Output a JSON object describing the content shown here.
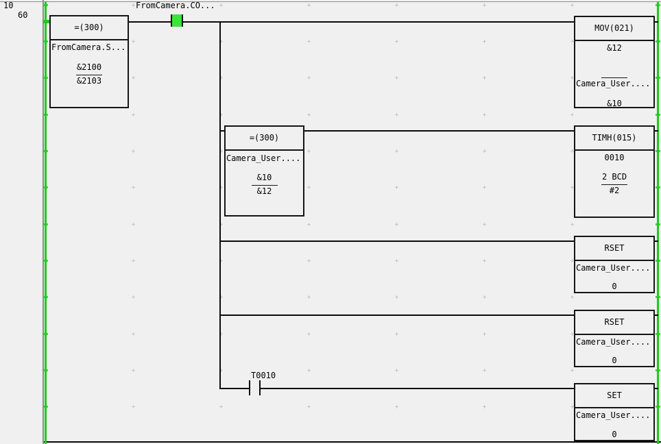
{
  "margin": {
    "rung_number": "10",
    "step_number": "60"
  },
  "rung": {
    "compare_block_1": {
      "title": "=(300)",
      "operand_name": "FromCamera.S...",
      "value_1": "&2100",
      "value_2": "&2103"
    },
    "contact_power": {
      "label": "FromCamera.CO...",
      "state": "on"
    },
    "compare_block_2": {
      "title": "=(300)",
      "operand_name": "Camera_User....",
      "value_1": "&10",
      "value_2": "&12"
    },
    "mov_block": {
      "title": "MOV(021)",
      "source_value": "&12",
      "dest_name": "Camera_User....",
      "dest_value": "&10"
    },
    "timh_block": {
      "title": "TIMH(015)",
      "timer_number": "0010",
      "set_value": "2 BCD",
      "current_value": "#2"
    },
    "rset_block_1": {
      "title": "RSET",
      "operand_name": "Camera_User....",
      "value": "0"
    },
    "rset_block_2": {
      "title": "RSET",
      "operand_name": "Camera_User....",
      "value": "0"
    },
    "contact_timer": {
      "label": "T0010",
      "state": "off"
    },
    "set_block": {
      "title": "SET",
      "operand_name": "Camera_User....",
      "value": "0"
    }
  },
  "colors": {
    "background": "#f0f0f0",
    "bus_green": "#1ecb1e",
    "contact_on_green": "#3ae43a",
    "wire": "#0a0a0a",
    "grid_dot": "#c6c6c6"
  }
}
